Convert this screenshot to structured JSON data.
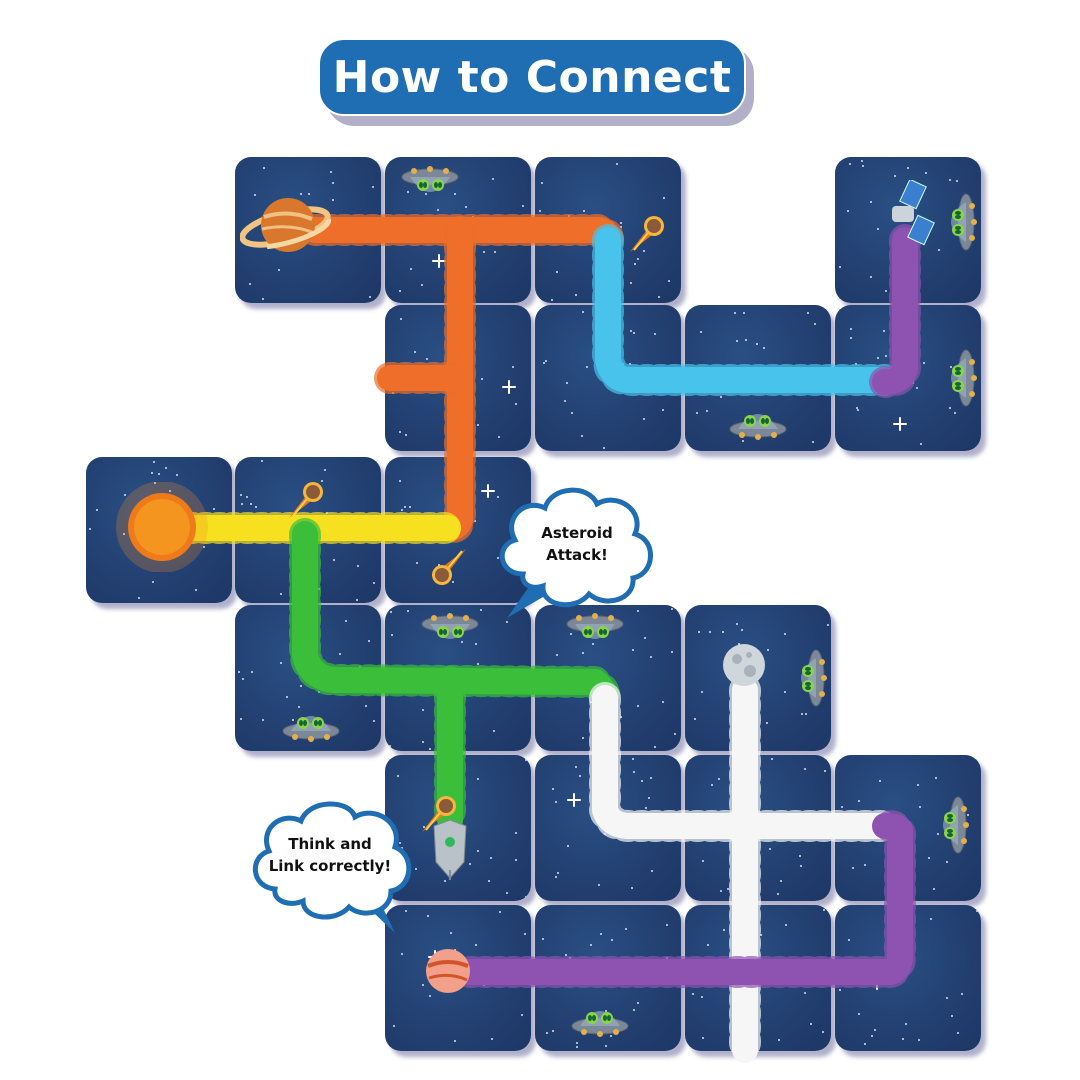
{
  "title": "How to Connect",
  "bubbles": [
    {
      "id": "asteroid",
      "text_line1": "Asteroid",
      "text_line2": "Attack!"
    },
    {
      "id": "think",
      "text_line1": "Think and",
      "text_line2": "Link correctly!"
    }
  ],
  "colors": {
    "title_bg": "#1f6db3",
    "tile_bg": "#223f70",
    "path_orange": "#ee6e2a",
    "path_blue": "#47c3ec",
    "path_purple": "#8e53b0",
    "path_yellow": "#f7e01f",
    "path_green": "#3bbf3a",
    "path_white": "#f6f6f6",
    "bubble_border": "#1f6db3"
  },
  "tiles": [
    {
      "row": 0,
      "col": 1,
      "objects": [
        "saturn-planet"
      ]
    },
    {
      "row": 0,
      "col": 2,
      "objects": [
        "ufo-aliens"
      ]
    },
    {
      "row": 0,
      "col": 3,
      "objects": [
        "comet"
      ]
    },
    {
      "row": 0,
      "col": 5,
      "objects": [
        "satellite",
        "ufo-aliens"
      ]
    },
    {
      "row": 1,
      "col": 2,
      "objects": []
    },
    {
      "row": 1,
      "col": 3,
      "objects": []
    },
    {
      "row": 1,
      "col": 4,
      "objects": [
        "ufo-aliens"
      ]
    },
    {
      "row": 1,
      "col": 5,
      "objects": [
        "ufo-aliens"
      ]
    },
    {
      "row": 2,
      "col": 0,
      "objects": [
        "sun"
      ]
    },
    {
      "row": 2,
      "col": 1,
      "objects": [
        "comet"
      ]
    },
    {
      "row": 2,
      "col": 2,
      "objects": [
        "comet"
      ]
    },
    {
      "row": 3,
      "col": 1,
      "objects": [
        "ufo-aliens"
      ]
    },
    {
      "row": 3,
      "col": 2,
      "objects": [
        "ufo-aliens"
      ]
    },
    {
      "row": 3,
      "col": 3,
      "objects": [
        "ufo-aliens"
      ]
    },
    {
      "row": 3,
      "col": 4,
      "objects": [
        "moon",
        "ufo-aliens"
      ]
    },
    {
      "row": 4,
      "col": 2,
      "objects": [
        "comet",
        "rocket"
      ]
    },
    {
      "row": 4,
      "col": 3,
      "objects": []
    },
    {
      "row": 4,
      "col": 4,
      "objects": []
    },
    {
      "row": 4,
      "col": 5,
      "objects": [
        "ufo-aliens"
      ]
    },
    {
      "row": 5,
      "col": 2,
      "objects": [
        "pink-planet"
      ]
    },
    {
      "row": 5,
      "col": 3,
      "objects": [
        "ufo-aliens"
      ]
    },
    {
      "row": 5,
      "col": 4,
      "objects": []
    },
    {
      "row": 5,
      "col": 5,
      "objects": []
    }
  ],
  "paths": [
    {
      "name": "orange-path",
      "color": "#ee6e2a",
      "from": "saturn-planet",
      "to": "comet"
    },
    {
      "name": "blue-path",
      "color": "#47c3ec",
      "from": "comet",
      "to": "satellite"
    },
    {
      "name": "purple-path-top",
      "color": "#8e53b0",
      "from": "blue-path",
      "to": "satellite"
    },
    {
      "name": "yellow-path",
      "color": "#f7e01f",
      "from": "sun",
      "to": "orange-path"
    },
    {
      "name": "green-path",
      "color": "#3bbf3a",
      "from": "yellow-path",
      "to": "rocket"
    },
    {
      "name": "white-path",
      "color": "#f6f6f6",
      "from": "moon",
      "to": "green-path"
    },
    {
      "name": "purple-path-bottom",
      "color": "#8e53b0",
      "from": "pink-planet",
      "to": "white-path"
    }
  ]
}
